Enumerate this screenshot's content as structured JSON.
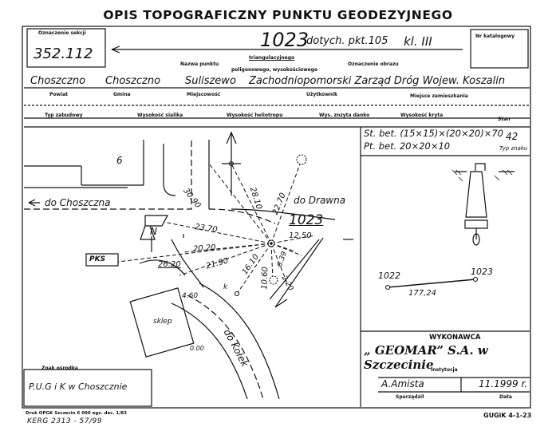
{
  "header": {
    "title": "OPIS TOPOGRAFICZNY PUNKTU GEODEZYJNEGO",
    "oznaczenie_sekcji_label": "Oznaczenie sekcji",
    "oznaczenie_sekcji_value": "352.112",
    "point_number": "1023",
    "point_note": "dotych. pkt.105",
    "klasa": "kl. III",
    "nr_katalogowy_label": "Nr katalogowy",
    "nazwa_punktu_label": "Nazwa punktu",
    "type_line1": "triangulacyjnego",
    "type_line2": "poligonowego, wysokościowego",
    "oznaczenie_obrazu_label": "Oznaczenie obrazu"
  },
  "location": {
    "powiat": "Choszczno",
    "gmina": "Choszczno",
    "miejscowosc": "Suliszewo",
    "uzytkownik": "Zachodniopomorski Zarząd Dróg Wojew. Koszalin",
    "labels": {
      "powiat": "Powiat",
      "gmina": "Gmina",
      "miejscowosc": "Miejscowość",
      "uzytkownik": "Użytkownik",
      "miejsce": "Miejsce zamieszkania"
    }
  },
  "row3": {
    "typ_zabudowy": "Typ zabudowy",
    "wysokosc_sialika": "Wysokość sialika",
    "wysokosc_hel": "Wysokość heliotropu",
    "wys_osi": "Wys. znzyta danko",
    "wysokosc_kryta": "Wysokość kryta",
    "stan": "Stan"
  },
  "sketch": {
    "road_left": "do Choszczna",
    "road_right": "do Drawna",
    "road_bottom": "do Kołek",
    "point_label": "1023",
    "distances": [
      "30.90",
      "28.10",
      "22.70",
      "23.70",
      "12.50",
      "20.20",
      "21.90",
      "16.10",
      "10.60",
      "6.39",
      "2.20",
      "4.60",
      "26.20"
    ],
    "pks": "PKS",
    "sklep": "sklep",
    "plot_number": "6",
    "corner": "0.00",
    "letter_k": "k",
    "letter_n": "N"
  },
  "stab": {
    "line1": "St. bet. (15×15)×(20×20)×70",
    "line2": "Pt. bet.  20×20×10",
    "num": "42",
    "typ": "Typ znaku"
  },
  "link": {
    "p1": "1022",
    "p2": "1023",
    "dist": "177,24"
  },
  "footer": {
    "wykonawca": "WYKONAWCA",
    "firm": "„ GEOMAR” S.A. w Szczecinie",
    "instytucja": "Instytucja",
    "author": "A.Amista",
    "date": "11.1999 r.",
    "sporzadzil": "Sporządził",
    "data_label": "Data",
    "znak": "Znak ośrodka",
    "znak_value": "P.U.G i K w Choszcznie",
    "druk": "Druk OPGK Szczecin 6 000 egz. dec. 1/83",
    "kerg": "KERG 2313 - 57/99",
    "gugik": "GUGiK 4-1-23"
  }
}
